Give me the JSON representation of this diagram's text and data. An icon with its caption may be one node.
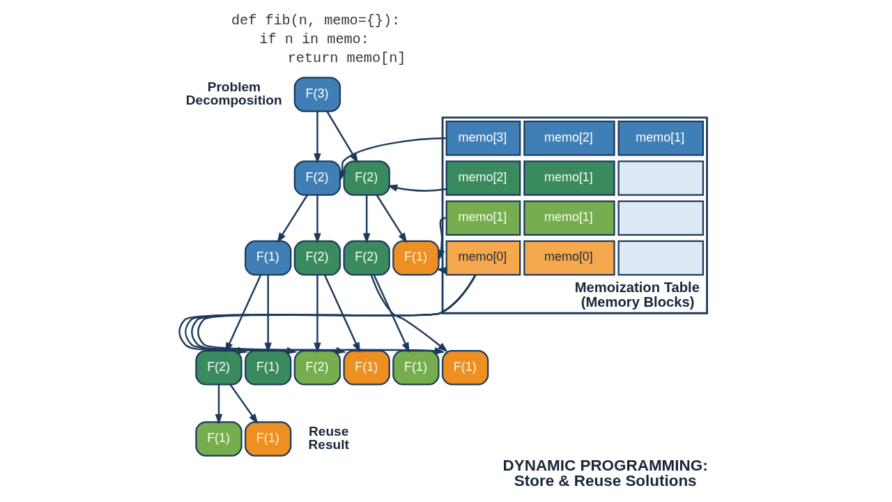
{
  "diagram": {
    "title": "DYNAMIC PROGRAMMING: Store & Reuse Solutions",
    "nodes": [
      {
        "text": [
          "F(3)"
        ]
      },
      {
        "text": [
          "F(2)"
        ]
      },
      {
        "text": [
          "F(2)"
        ]
      },
      {
        "text": [
          "F(1)"
        ]
      },
      {
        "text": [
          "F(2)"
        ]
      },
      {
        "text": [
          "F(2)"
        ]
      },
      {
        "text": [
          "F(1)"
        ]
      },
      {
        "text": [
          "F(2)"
        ]
      },
      {
        "text": [
          "F(1)"
        ]
      },
      {
        "text": [
          "F(2)"
        ]
      },
      {
        "text": [
          "F(1)"
        ]
      },
      {
        "text": [
          "F(1)"
        ]
      },
      {
        "text": [
          "F(1)"
        ]
      },
      {
        "text": [
          "F(1)"
        ]
      },
      {
        "text": [
          "F(1)"
        ]
      },
      {
        "text": [
          "Memoization Table (Memory Blocks)"
        ]
      },
      {
        "text": [
          "memo[3]"
        ],
        "in": 15
      },
      {
        "text": [
          "memo[2]"
        ],
        "in": 15
      },
      {
        "text": [
          "memo[1]"
        ],
        "in": 15
      },
      {
        "text": [
          "memo[2]"
        ],
        "in": 15
      },
      {
        "text": [
          "memo[1]"
        ],
        "in": 15
      },
      {
        "text": [],
        "shape": "box",
        "in": 15
      },
      {
        "text": [
          "memo[1]"
        ],
        "in": 15
      },
      {
        "text": [
          "memo[1]"
        ],
        "in": 15
      },
      {
        "text": [],
        "shape": "box",
        "in": 15
      },
      {
        "text": [
          "memo[0]"
        ],
        "in": 15
      },
      {
        "text": [
          "memo[0]"
        ],
        "in": 15
      },
      {
        "text": [],
        "shape": "box",
        "in": 15
      }
    ],
    "edges": [
      {
        "from": 0,
        "to": 1,
        "arrow": "to"
      },
      {
        "from": 0,
        "to": 2,
        "arrow": "to"
      },
      {
        "from": 1,
        "to": 3,
        "arrow": "to"
      },
      {
        "from": 1,
        "to": 4,
        "arrow": "to"
      },
      {
        "from": 2,
        "to": 5,
        "arrow": "to"
      },
      {
        "from": 2,
        "to": 6,
        "arrow": "to"
      },
      {
        "from": 3,
        "to": 7,
        "arrow": "to"
      },
      {
        "from": 3,
        "to": 8,
        "arrow": "to"
      },
      {
        "from": 4,
        "to": 9,
        "arrow": "to"
      },
      {
        "from": 4,
        "to": 10,
        "arrow": "to"
      },
      {
        "from": 5,
        "to": 11,
        "arrow": "to"
      },
      {
        "from": 5,
        "to": 12,
        "arrow": "to"
      },
      {
        "from": 7,
        "to": 13,
        "arrow": "to"
      },
      {
        "from": 7,
        "to": 14,
        "arrow": "to"
      },
      {
        "from": 16,
        "to": 1,
        "arrow": "to"
      },
      {
        "from": 19,
        "to": 2,
        "arrow": "to"
      },
      {
        "from": 22,
        "to": 6,
        "arrow": "to"
      },
      {
        "from": 25,
        "to": 6,
        "arrow": "to"
      },
      {
        "from": 25,
        "to": 8,
        "arrow": "to"
      },
      {
        "from": 25,
        "to": 9,
        "arrow": "to"
      },
      {
        "from": 25,
        "to": 10,
        "arrow": "to"
      },
      {
        "from": 25,
        "to": 12,
        "arrow": "to"
      }
    ],
    "labels": [
      "def fib(n, memo={}):",
      "if n in memo:",
      "return memo[n]",
      "Problem Decomposition",
      "Reuse Result"
    ]
  }
}
